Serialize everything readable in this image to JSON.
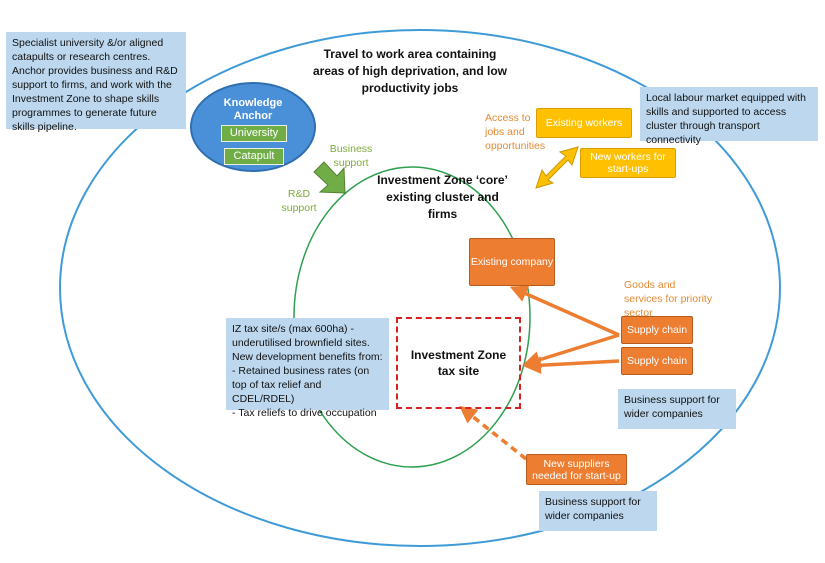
{
  "notes": {
    "top_left": "Specialist university &/or aligned catapults or research centres. Anchor provides business and R&D support to firms, and work with the Investment Zone to shape skills programmes to generate future skills pipeline.",
    "top_right": "Local labour market equipped with skills and supported to access cluster through transport connectivity",
    "tax_site": "IZ tax site/s (max 600ha) - underutilised brownfield sites.\nNew development benefits from:\n- Retained business rates (on top of tax relief and CDEL/RDEL)\n- Tax reliefs to drive occupation",
    "wider_right": "Business support for wider companies",
    "wider_bottom": "Business support for wider companies"
  },
  "outer_title": "Travel to work area containing areas of high deprivation, and low productivity jobs",
  "core_title": "Investment Zone ‘core’ existing cluster and firms",
  "knowledge_anchor": {
    "title": "Knowledge Anchor",
    "university": "University",
    "catapult": "Catapult"
  },
  "labels": {
    "business_support": "Business support",
    "rd_support": "R&D support",
    "access": "Access to jobs and opportunities",
    "goods": "Goods and services for priority sector"
  },
  "boxes": {
    "existing_workers": "Existing workers",
    "new_workers": "New workers for start-ups",
    "existing_company": "Existing company",
    "supply_chain_1": "Supply chain",
    "supply_chain_2": "Supply chain",
    "new_suppliers": "New suppliers needed for start-up"
  },
  "tax_site_title": "Investment Zone tax site",
  "colors": {
    "outer_ring": "#3f9bd8",
    "core_ring": "#2ea04f",
    "anchor": "#4a90d9",
    "orange": "#ed7d31",
    "yellow": "#ffc000",
    "green_arrow": "#70ad47",
    "note_bg": "#bcd7ee",
    "dashed": "#d42121"
  }
}
